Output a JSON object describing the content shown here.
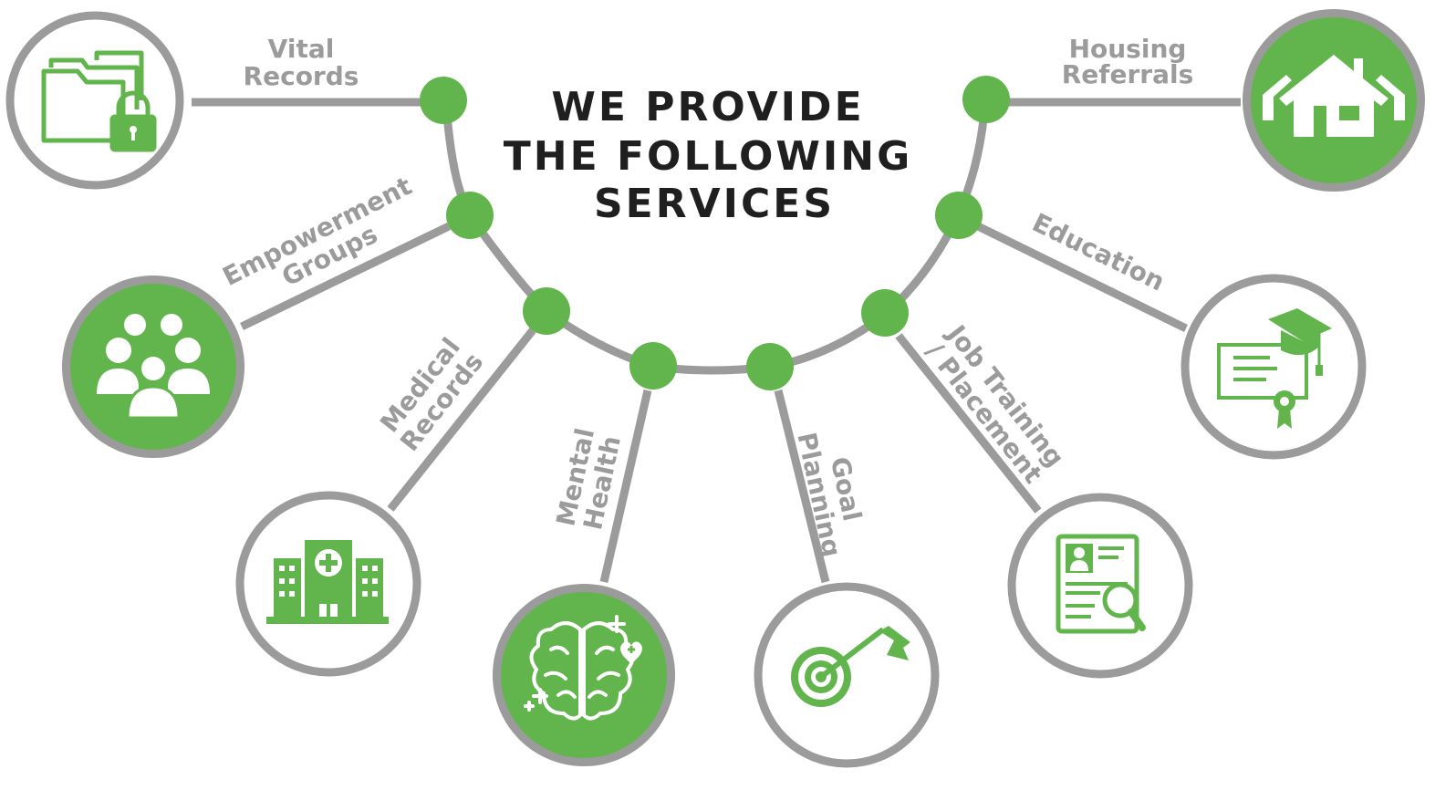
{
  "title": {
    "line1": "WE PROVIDE",
    "line2": "THE FOLLOWING",
    "line3": "SERVICES"
  },
  "services": [
    {
      "id": "vital-records",
      "lines": [
        "Vital",
        "Records"
      ],
      "icon": "folder-lock-icon",
      "filled": false
    },
    {
      "id": "empowerment-groups",
      "lines": [
        "Empowerment",
        "Groups"
      ],
      "icon": "people-group-icon",
      "filled": true
    },
    {
      "id": "medical-records",
      "lines": [
        "Medical",
        "Records"
      ],
      "icon": "hospital-icon",
      "filled": false
    },
    {
      "id": "mental-health",
      "lines": [
        "Mental",
        "Health"
      ],
      "icon": "brain-icon",
      "filled": true
    },
    {
      "id": "goal-planning",
      "lines": [
        "Goal",
        "Planning"
      ],
      "icon": "target-flag-icon",
      "filled": false
    },
    {
      "id": "job-training",
      "lines": [
        "Job Training",
        "/ Placement"
      ],
      "icon": "resume-search-icon",
      "filled": false
    },
    {
      "id": "education",
      "lines": [
        "Education"
      ],
      "icon": "diploma-cap-icon",
      "filled": false
    },
    {
      "id": "housing-referrals",
      "lines": [
        "Housing",
        "Referrals"
      ],
      "icon": "houses-icon",
      "filled": true
    }
  ],
  "colors": {
    "accent": "#62b54c",
    "connector": "#9b9b9b",
    "title": "#1f1f1f"
  }
}
